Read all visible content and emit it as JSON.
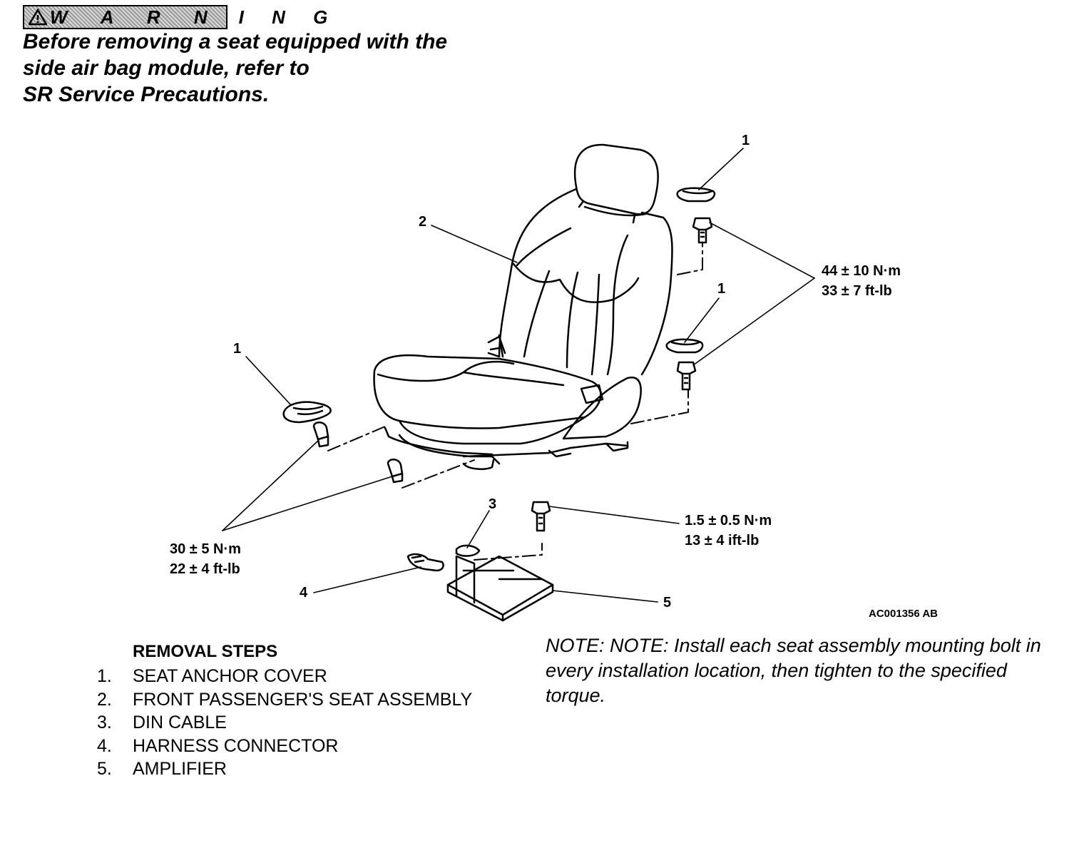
{
  "warning": {
    "boxed_label": "W A R N",
    "rest_label": "I N G",
    "lines": [
      "Before removing a seat equipped with the",
      "side air bag module, refer to",
      "SR  Service Precautions."
    ]
  },
  "callouts": {
    "c1_top": "1",
    "c1_mid": "1",
    "c1_left": "1",
    "c2": "2",
    "c3": "3",
    "c4": "4",
    "c5": "5"
  },
  "torques": {
    "seat_rear": [
      "44 ± 10 N·m",
      "33 ± 7 ft-lb"
    ],
    "seat_front": [
      "30 ± 5 N·m",
      "22 ± 4 ft-lb"
    ],
    "amplifier": [
      "1.5 ± 0.5 N·m",
      "13 ± 4 ift-lb"
    ]
  },
  "figure_code": "AC001356 AB",
  "removal_steps": {
    "title": "REMOVAL STEPS",
    "items": [
      {
        "num": "1.",
        "label": "SEAT ANCHOR COVER"
      },
      {
        "num": "2.",
        "label": "FRONT PASSENGER'S SEAT ASSEMBLY"
      },
      {
        "num": "3.",
        "label": "DIN CABLE"
      },
      {
        "num": "4.",
        "label": "HARNESS CONNECTOR"
      },
      {
        "num": "5.",
        "label": "AMPLIFIER"
      }
    ]
  },
  "note": "NOTE: NOTE: Install each seat assembly mounting bolt in every installation location, then tighten to the specified torque."
}
